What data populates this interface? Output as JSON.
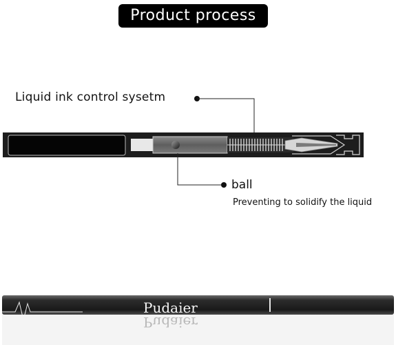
{
  "title": "Product process",
  "callouts": {
    "ink_control": {
      "label": "Liquid  ink control sysetm"
    },
    "ball": {
      "label": "ball",
      "description": "Preventing to solidify the liquid"
    }
  },
  "pen": {
    "brand": "Pudaier",
    "color": "#3a3a3a"
  },
  "colors": {
    "title_bg": "#000000",
    "title_text": "#ffffff",
    "pen_body": "#1c1c1c",
    "ink_chamber": "#6e6e6e"
  }
}
